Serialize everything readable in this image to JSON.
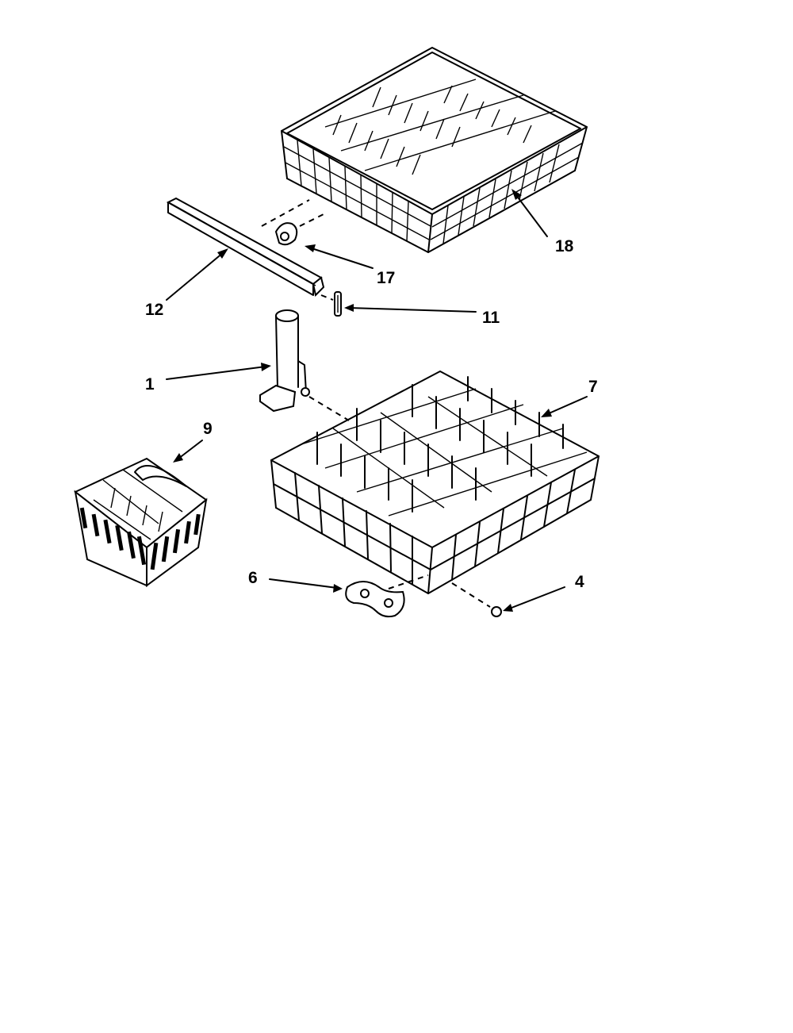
{
  "diagram": {
    "type": "exploded-parts-view",
    "callouts": [
      {
        "id": "c18",
        "label": "18"
      },
      {
        "id": "c17",
        "label": "17"
      },
      {
        "id": "c12",
        "label": "12"
      },
      {
        "id": "c11",
        "label": "11"
      },
      {
        "id": "c1",
        "label": "1"
      },
      {
        "id": "c7",
        "label": "7"
      },
      {
        "id": "c9",
        "label": "9"
      },
      {
        "id": "c6",
        "label": "6"
      },
      {
        "id": "c4",
        "label": "4"
      }
    ],
    "line_color": "#000000",
    "background": "#ffffff"
  }
}
